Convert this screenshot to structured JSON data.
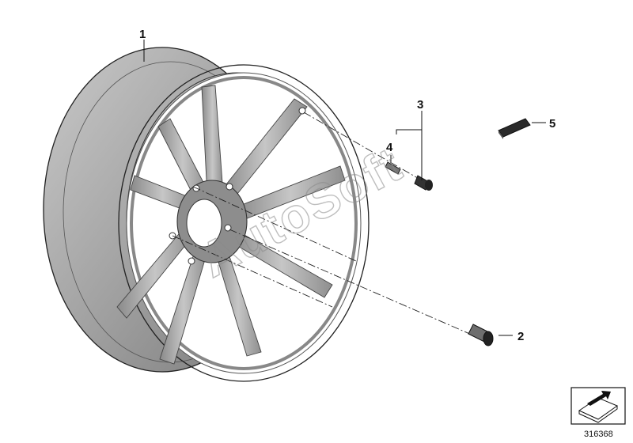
{
  "parts": [
    {
      "number": "1",
      "icon": "wheel-rim-icon"
    },
    {
      "number": "2",
      "icon": "bolt-icon"
    },
    {
      "number": "3",
      "icon": "valve-icon"
    },
    {
      "number": "4",
      "icon": "valve-core-icon"
    },
    {
      "number": "5",
      "icon": "balance-weight-icon"
    }
  ],
  "watermark": "AutoSoft",
  "figure_number": "316368",
  "nav_icon": "arrow-navigation-icon",
  "colors": {
    "metal": "#9a9a9a",
    "metal_light": "#c4c4c4",
    "metal_dark": "#6e6e6e",
    "line": "#111111"
  }
}
